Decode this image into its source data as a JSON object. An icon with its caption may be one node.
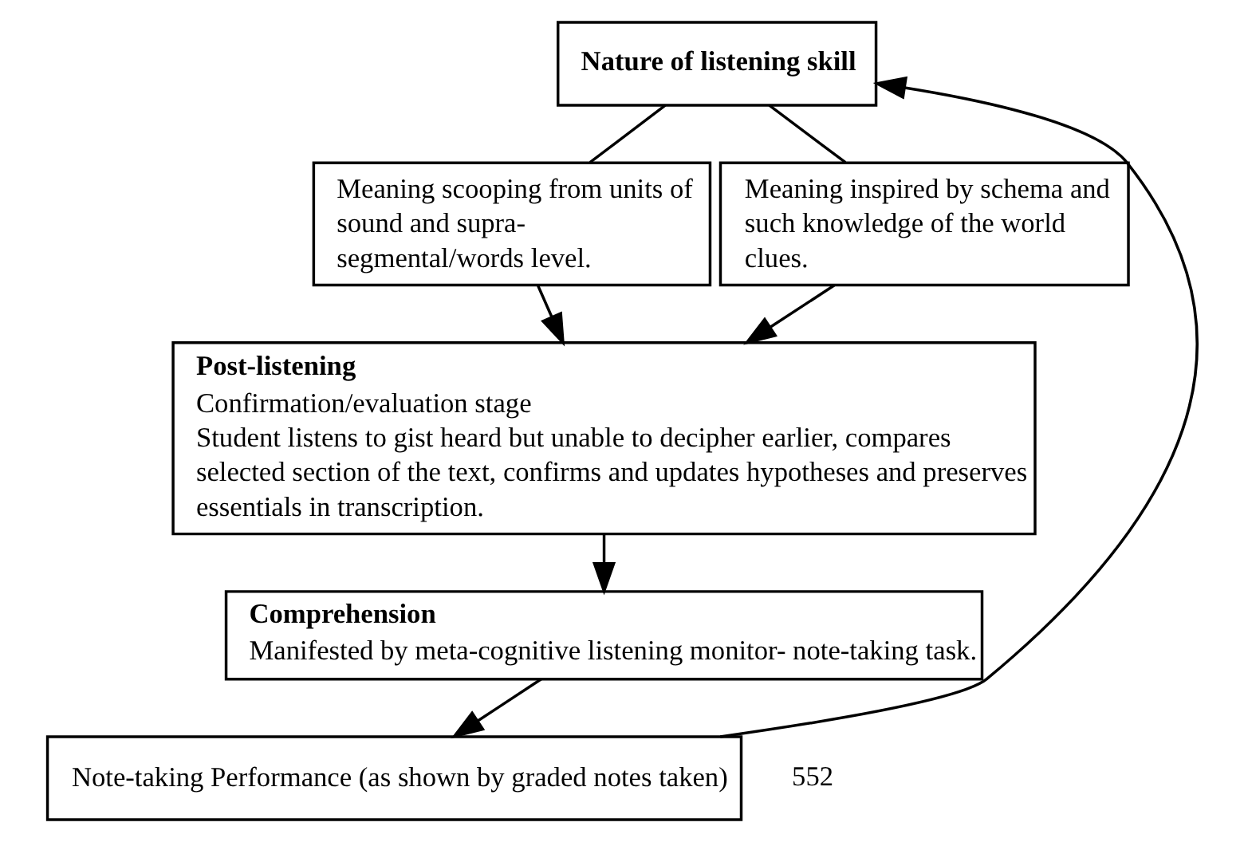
{
  "diagram": {
    "nodes": [
      {
        "text": [
          "Nature of listening skill"
        ]
      },
      {
        "text": [
          "Meaning scooping from units of sound and supra-segmental/words level."
        ]
      },
      {
        "text": [
          "Meaning inspired by schema and such knowledge of the world clues."
        ]
      },
      {
        "text": [
          "Post-listening",
          "Confirmation/evaluation stage",
          "Student listens to gist heard but unable to decipher earlier, compares selected section of the text, confirms and updates hypotheses and preserves essentials in transcription."
        ]
      },
      {
        "text": [
          "Comprehension",
          "Manifested by meta-cognitive listening monitor- note-taking task."
        ]
      },
      {
        "text": [
          "Note-taking Performance (as shown by graded notes taken)"
        ]
      }
    ],
    "edges": [
      {
        "from": 0,
        "to": 1,
        "arrow": "none"
      },
      {
        "from": 0,
        "to": 2,
        "arrow": "none"
      },
      {
        "from": 1,
        "to": 3,
        "arrow": "to"
      },
      {
        "from": 2,
        "to": 3,
        "arrow": "to"
      },
      {
        "from": 3,
        "to": 4,
        "arrow": "to"
      },
      {
        "from": 4,
        "to": 5,
        "arrow": "to"
      },
      {
        "from": 5,
        "to": 0,
        "arrow": "to"
      }
    ],
    "labels": [
      "552"
    ]
  }
}
